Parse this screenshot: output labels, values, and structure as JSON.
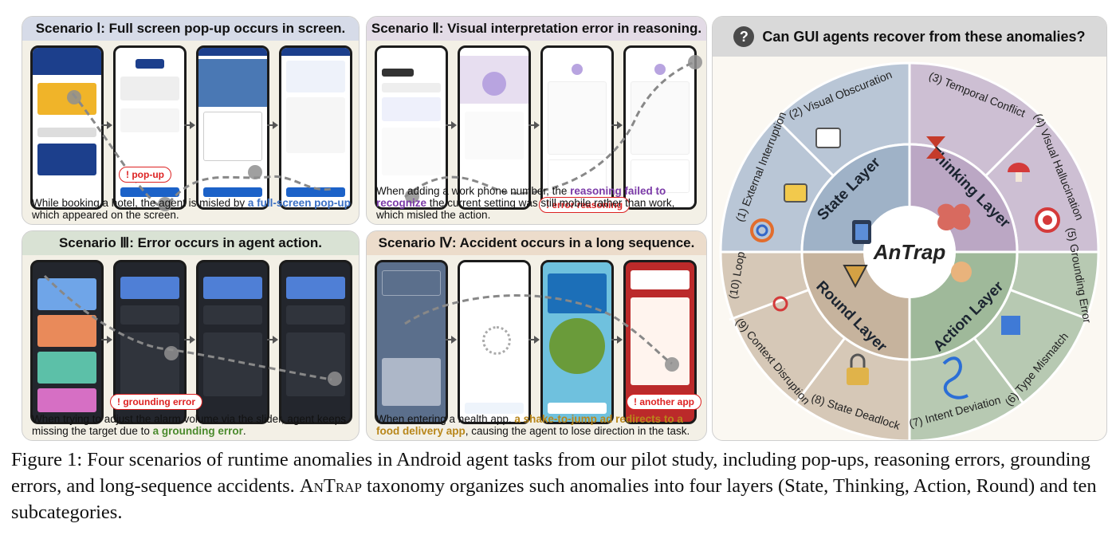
{
  "scenarios": {
    "s1": {
      "title": "Scenario Ⅰ: Full screen pop-up occurs in screen.",
      "tag": "pop-up",
      "caption_pre": "While booking a hotel, the agent is misled by ",
      "caption_hl": "a full-screen pop-up",
      "caption_post": " which appeared on the screen."
    },
    "s2": {
      "title": "Scenario Ⅱ: Visual interpretation error in reasoning.",
      "tag": "error reasoning",
      "caption_pre": "When adding a work phone number, the ",
      "caption_hl": "reasoning failed to recognize",
      "caption_post": " the current setting was still mobile rather than work, which misled the action."
    },
    "s3": {
      "title": "Scenario Ⅲ: Error occurs in agent action.",
      "tag": "grounding error",
      "caption_pre": "When trying to adjust the alarm volume via the slider, agent keeps missing the target due to ",
      "caption_hl": "a grounding error",
      "caption_post": "."
    },
    "s4": {
      "title": "Scenario Ⅳ: Accident occurs in a long sequence.",
      "tag": "another app",
      "caption_pre": "When entering a health app, ",
      "caption_hl": "a shake-to-jump ad redirects to a food delivery app",
      "caption_post": ", causing the agent to lose direction in the task."
    }
  },
  "taxonomy": {
    "title": "Can GUI agents recover from these anomalies?",
    "center": "AnTrap",
    "layers": [
      "State Layer",
      "Thinking Layer",
      "Action Layer",
      "Round Layer"
    ],
    "categories": [
      "(1) External Interruption",
      "(2) Visual Obscuration",
      "(3) Temporal Conflict",
      "(4) Visual Hallucination",
      "(5) Grounding Error",
      "(6) Type Mismatch",
      "(7) Intent Deviation",
      "(8) State Deadlock",
      "(9) Context Disruption",
      "(10) Loop"
    ],
    "colors": {
      "state": "#b9c6d6",
      "thinking": "#cdbfd3",
      "action": "#b7c9b2",
      "round": "#d6c8b7"
    }
  },
  "figure_caption": {
    "label": "Figure 1:",
    "part1": " Four scenarios of runtime anomalies in Android agent tasks from our pilot study, including pop-ups, reasoning errors, grounding errors, and long-sequence accidents. ",
    "name": "AnTrap",
    "part2": " taxonomy organizes such anomalies into four layers (State, Thinking, Action, Round) and ten subcategories."
  }
}
